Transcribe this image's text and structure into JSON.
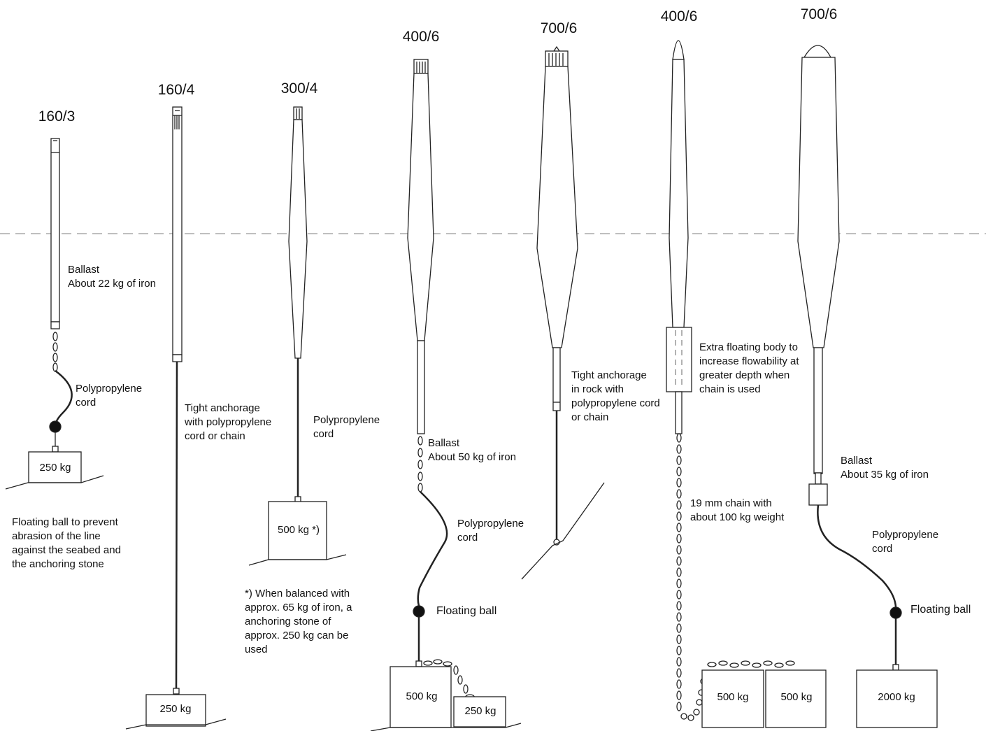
{
  "models": [
    "160/3",
    "160/4",
    "300/4",
    "400/6",
    "700/6",
    "400/6",
    "700/6"
  ],
  "weights": {
    "w1": "250 kg",
    "w2": "250 kg",
    "w3": "500 kg *)",
    "w4a": "500 kg",
    "w4b": "250 kg",
    "w6a": "500 kg",
    "w6b": "500 kg",
    "w7": "2000 kg"
  },
  "labels": {
    "ballast_22": "Ballast\nAbout 22 kg of iron",
    "pp_cord_1": "Polypropylene\ncord",
    "floating_ball_note": "Floating ball to prevent\nabrasion of the line\nagainst the seabed and\nthe anchoring stone",
    "tight_anchorage_1": "Tight anchorage\nwith polypropylene\ncord or chain",
    "pp_cord_3": "Polypropylene\ncord",
    "balance_note": "*) When balanced with\napprox. 65 kg of iron, a\nanchoring stone of\napprox. 250 kg can be\nused",
    "ballast_50": "Ballast\nAbout 50 kg of iron",
    "pp_cord_4": "Polypropylene\ncord",
    "floating_ball_4": "Floating ball",
    "tight_anchorage_rock": "Tight anchorage\nin rock with\npolypropylene cord\nor chain",
    "extra_floating_body": "Extra floating body to\nincrease flowability at\ngreater depth when\nchain is used",
    "chain_19mm": "19 mm chain with\nabout 100 kg weight",
    "ballast_35": "Ballast\nAbout 35 kg of iron",
    "pp_cord_7": "Polypropylene\ncord",
    "floating_ball_7": "Floating ball"
  }
}
